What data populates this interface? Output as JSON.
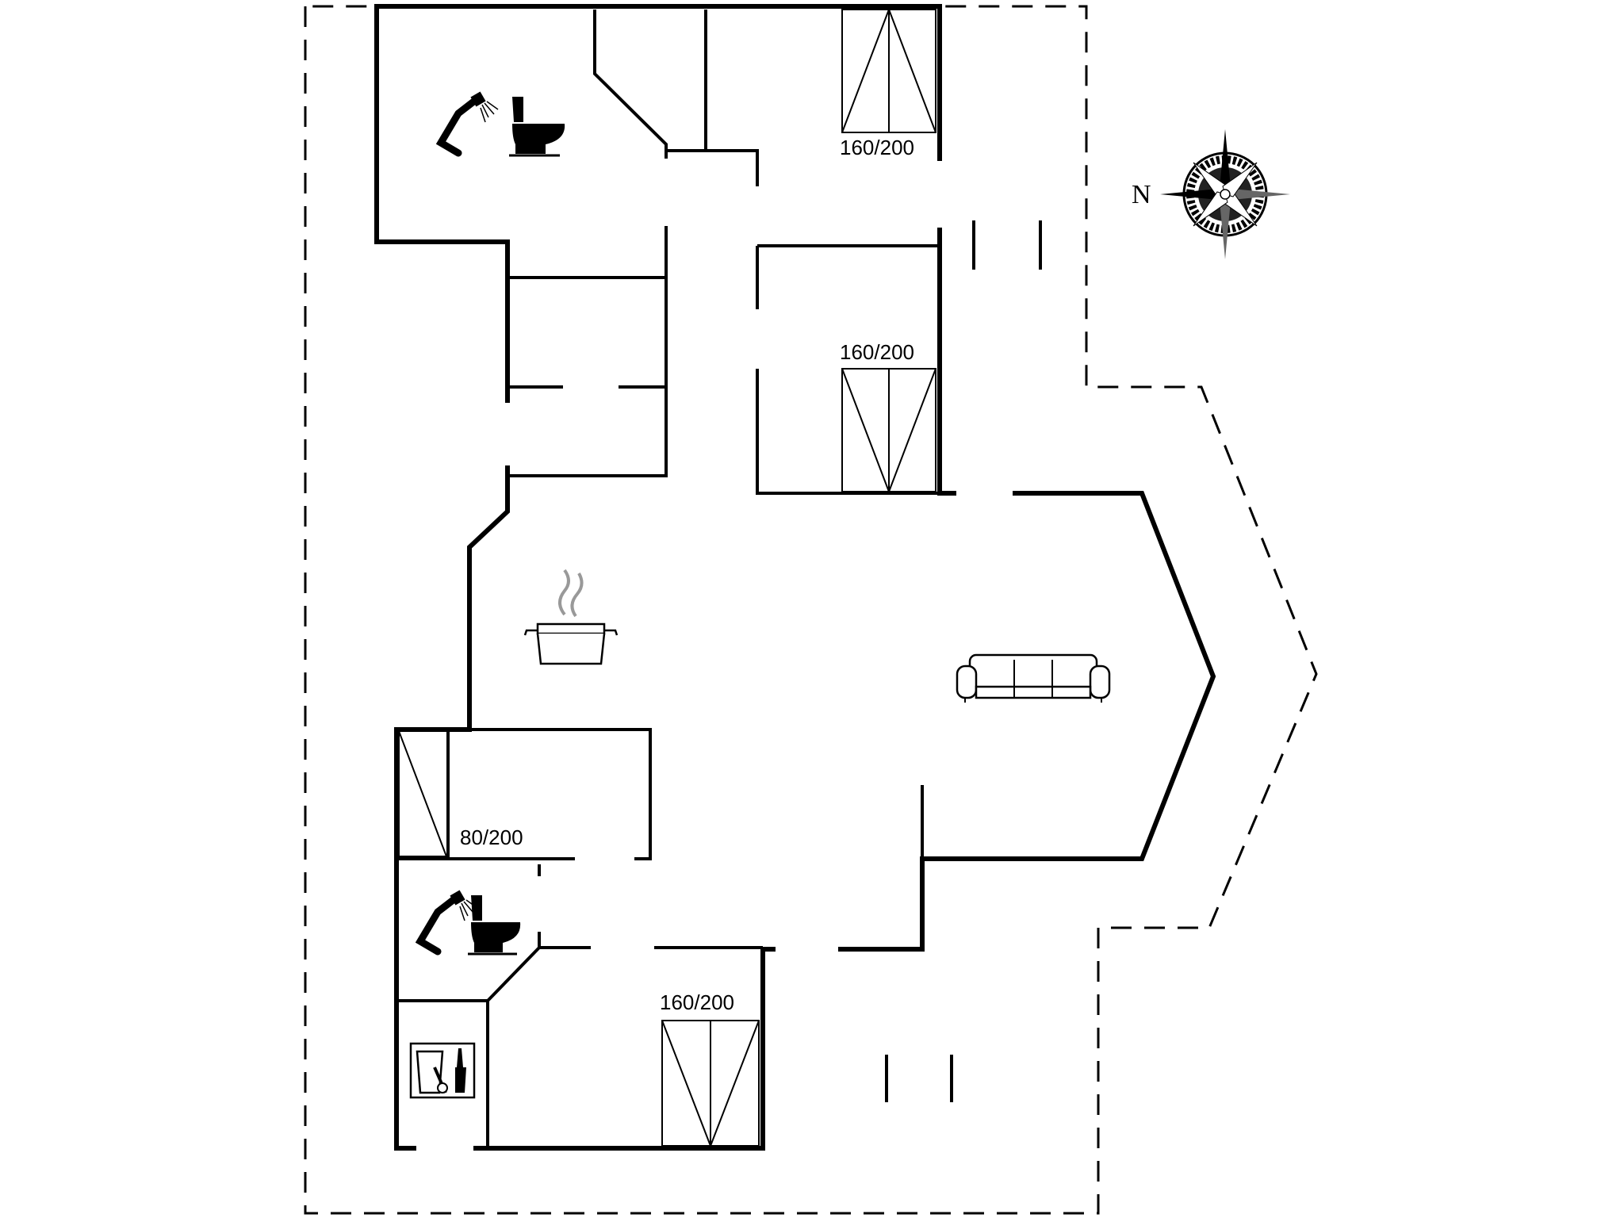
{
  "floorplan": {
    "compass": {
      "north_label": "N"
    },
    "bed_labels": {
      "bed_top_right": "160/200",
      "bed_mid_right": "160/200",
      "bed_small": "80/200",
      "bed_bottom": "160/200"
    },
    "icons": {
      "bath_top": "shower-toilet-icon",
      "bath_bottom": "shower-toilet-icon",
      "kitchen": "cooking-pot-icon",
      "living": "sofa-icon",
      "utility": "washing-machine-icon",
      "compass": "compass-rose-icon"
    }
  }
}
